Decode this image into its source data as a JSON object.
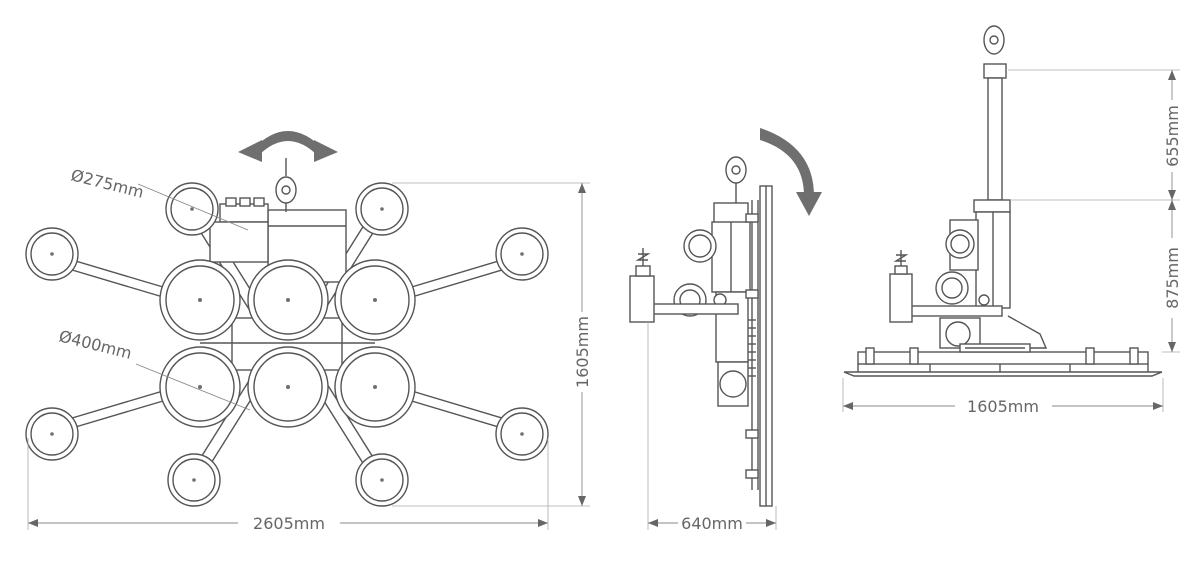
{
  "labels": {
    "pad_small_diameter": "Ø275mm",
    "pad_large_diameter": "Ø400mm",
    "top_width": "2605mm",
    "top_height": "1605mm",
    "side_depth": "640mm",
    "front_width": "1605mm",
    "front_upper_height": "655mm",
    "front_lower_height": "875mm"
  },
  "colors": {
    "line": "#555555",
    "dimension": "#888888",
    "arrow": "#6f6f6f"
  },
  "icons": {
    "rotate": "rotate-arrow-icon",
    "tilt": "tilt-arrow-icon"
  }
}
